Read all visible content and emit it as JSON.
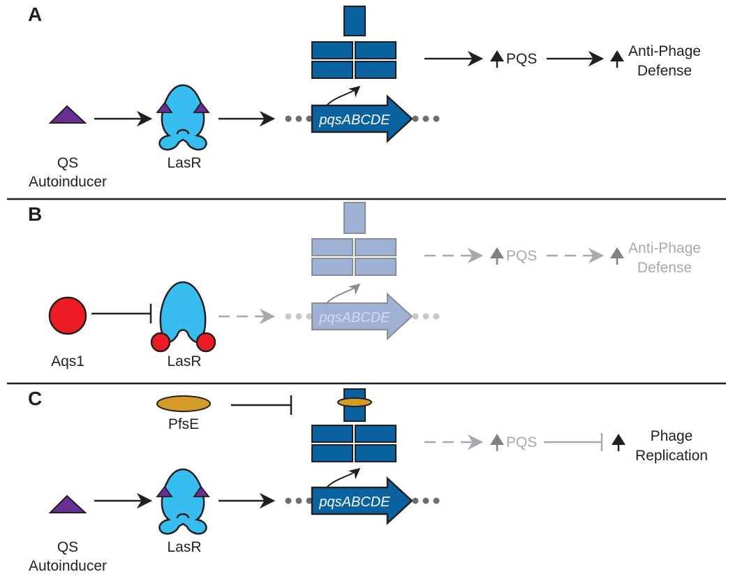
{
  "panels": {
    "a": {
      "letter": "A",
      "autoinducer": [
        "QS",
        "Autoinducer"
      ],
      "receptor": "LasR",
      "gene": "pqsABCDE",
      "product": "PQS",
      "outcome": [
        "Anti-Phage",
        "Defense"
      ]
    },
    "b": {
      "letter": "B",
      "inhibitor": "Aqs1",
      "receptor": "LasR",
      "gene": "pqsABCDE",
      "product": "PQS",
      "outcome": [
        "Anti-Phage",
        "Defense"
      ]
    },
    "c": {
      "letter": "C",
      "inhibitor": "PfsE",
      "autoinducer": [
        "QS",
        "Autoinducer"
      ],
      "receptor": "LasR",
      "gene": "pqsABCDE",
      "product": "PQS",
      "outcome": [
        "Phage",
        "Replication"
      ]
    }
  },
  "colors": {
    "lasr": "#38bdf0",
    "autoinducer": "#6a2f92",
    "enzyme": "#0b62a0",
    "enzyme_faded": "#9fb2d6",
    "aqs1": "#ed1c24",
    "pfse": "#d49a2a",
    "ink": "#231f20",
    "faded_ink": "#a7a9ac",
    "dots": "#6d6e71"
  }
}
